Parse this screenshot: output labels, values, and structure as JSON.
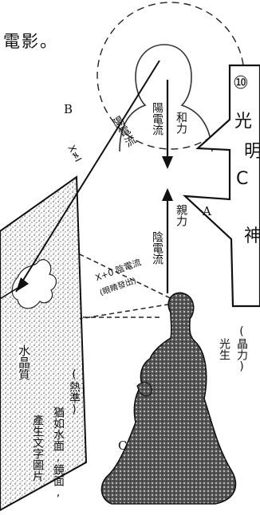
{
  "header": {
    "text": "電影。"
  },
  "labels": {
    "b": "B",
    "a": "A",
    "c": "C",
    "x_neq_zero": "X≠I",
    "yang_current": "陽電流",
    "yang_current_top": "陽電流",
    "he_li": "和力",
    "qin_li": "親力",
    "yin_current": "陰電流",
    "x_zero": "X+0 陰電流",
    "eye_emit": "(眼睛發出)",
    "crystal_source": "(晶力)",
    "light_born": "光生",
    "crystal_matter": "水晶質",
    "heat_standard": "(熱準)",
    "like_water": "猶如水面,鏡面,",
    "produce_text": "產生文字圖片"
  },
  "bubble": {
    "circle_mark": "⑩",
    "lines": [
      "光",
      "明",
      "C",
      "神"
    ]
  }
}
